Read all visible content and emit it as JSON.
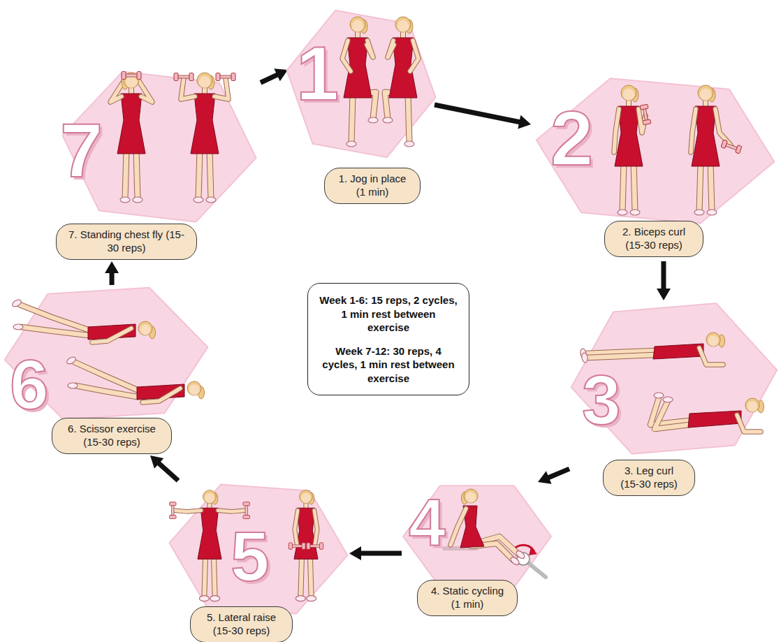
{
  "diagram": {
    "nodes": [
      {
        "text": [
          "1"
        ]
      },
      {
        "text": [
          "1. Jog in place (1 min)"
        ],
        "in": 0
      },
      {
        "text": [
          "2"
        ]
      },
      {
        "text": [
          "2. Biceps curl (15-30 reps)"
        ],
        "in": 2
      },
      {
        "text": [
          "3"
        ]
      },
      {
        "text": [
          "3. Leg curl (15-30 reps)"
        ],
        "in": 4
      },
      {
        "text": [
          "4"
        ]
      },
      {
        "text": [
          "4. Static cycling (1 min)"
        ],
        "in": 6
      },
      {
        "text": [
          "5"
        ]
      },
      {
        "text": [
          "5. Lateral raise (15-30 reps)"
        ],
        "in": 8
      },
      {
        "text": [
          "6"
        ]
      },
      {
        "text": [
          "6. Scissor exercise (15-30 reps)"
        ],
        "in": 10
      },
      {
        "text": [
          "7"
        ]
      },
      {
        "text": [
          "7. Standing chest fly (15-30 reps)"
        ],
        "in": 12
      },
      {
        "text": [
          "Week 1-6: 15 reps, 2 cycles, 1 min rest between exercise",
          "Week 7-12: 30 reps, 4 cycles, 1 min rest between exercise"
        ]
      }
    ],
    "edges": [
      {
        "from": 0,
        "to": 2,
        "arrow": "to"
      },
      {
        "from": 2,
        "to": 4,
        "arrow": "to"
      },
      {
        "from": 4,
        "to": 6,
        "arrow": "to"
      },
      {
        "from": 6,
        "to": 8,
        "arrow": "to"
      },
      {
        "from": 8,
        "to": 10,
        "arrow": "to"
      },
      {
        "from": 10,
        "to": 12,
        "arrow": "to"
      },
      {
        "from": 12,
        "to": 0,
        "arrow": "to"
      }
    ]
  }
}
